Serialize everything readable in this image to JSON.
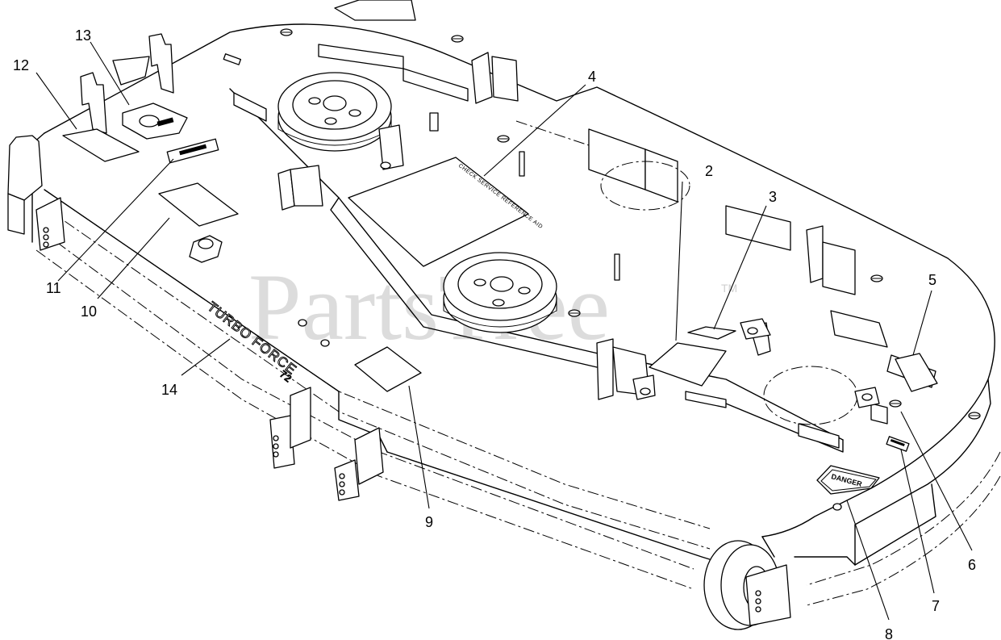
{
  "diagram": {
    "callouts": [
      {
        "id": "2",
        "label": "2"
      },
      {
        "id": "3",
        "label": "3"
      },
      {
        "id": "4",
        "label": "4"
      },
      {
        "id": "5",
        "label": "5"
      },
      {
        "id": "6",
        "label": "6"
      },
      {
        "id": "7",
        "label": "7"
      },
      {
        "id": "8",
        "label": "8"
      },
      {
        "id": "9",
        "label": "9"
      },
      {
        "id": "10",
        "label": "10"
      },
      {
        "id": "11",
        "label": "11"
      },
      {
        "id": "12",
        "label": "12"
      },
      {
        "id": "13",
        "label": "13"
      },
      {
        "id": "14",
        "label": "14"
      }
    ],
    "decals": {
      "service_reference": "CHECK SERVICE REFERENCE AID",
      "turbo_force": "TURBO FORCE",
      "turbo_force_size": "72",
      "danger": "DANGER"
    },
    "watermark": {
      "text": "PartsTree",
      "trademark": "TM"
    }
  }
}
